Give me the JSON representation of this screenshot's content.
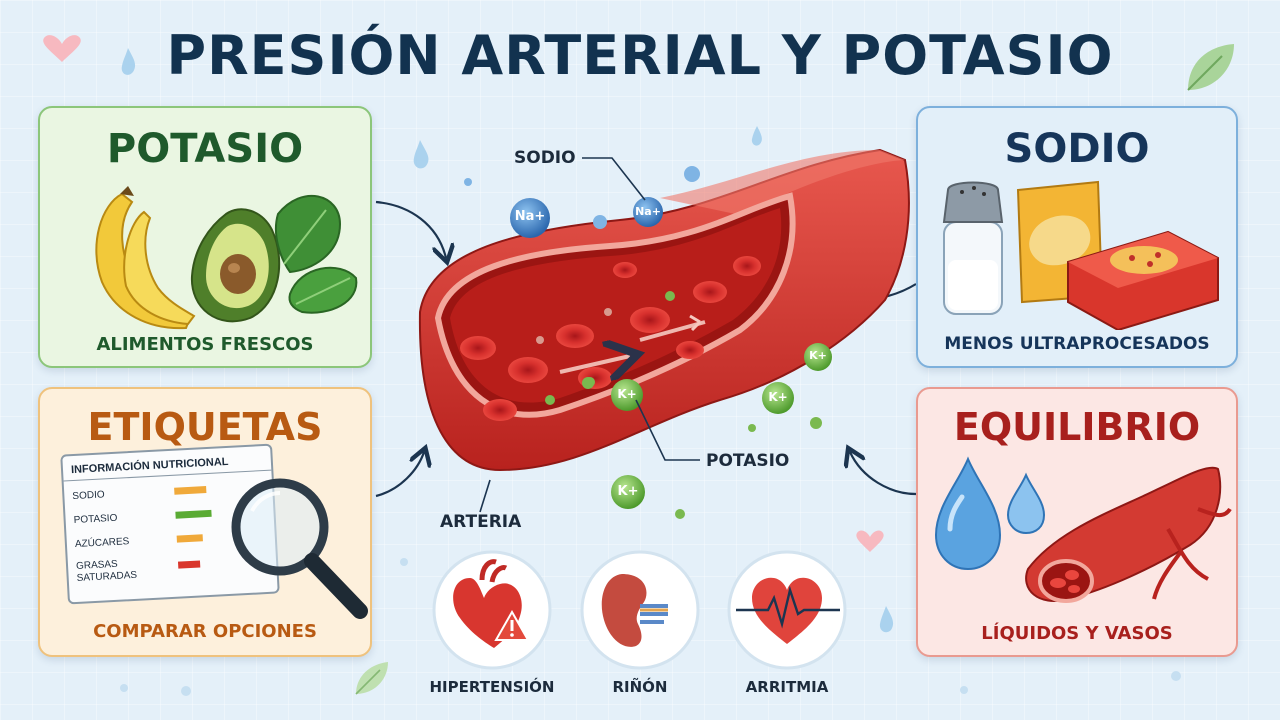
{
  "title": "PRESIÓN ARTERIAL Y POTASIO",
  "panels": {
    "potasio": {
      "title": "POTASIO",
      "caption": "ALIMENTOS FRESCOS"
    },
    "sodio": {
      "title": "SODIO",
      "caption": "MENOS ULTRAPROCESADOS"
    },
    "etiquetas": {
      "title": "ETIQUETAS",
      "caption": "COMPARAR OPCIONES",
      "label_card": {
        "heading": "INFORMACIÓN NUTRICIONAL",
        "rows": [
          "SODIO",
          "POTASIO",
          "AZÚCARES",
          "GRASAS",
          "SATURADAS"
        ]
      }
    },
    "equilibrio": {
      "title": "EQUILIBRIO",
      "caption": "LÍQUIDOS Y VASOS"
    }
  },
  "center": {
    "sodio_label": "SODIO",
    "potasio_label": "POTASIO",
    "arteria_label": "ARTERIA",
    "na_ion": "Na+",
    "k_ion": "K+"
  },
  "bottom_icons": [
    {
      "label": "HIPERTENSIÓN",
      "icon": "heart-warning-icon"
    },
    {
      "label": "RIÑÓN",
      "icon": "kidney-icon"
    },
    {
      "label": "ARRITMIA",
      "icon": "heart-ecg-icon"
    }
  ],
  "colors": {
    "title": "#12324f",
    "potasio": "#1f5a2c",
    "sodio": "#16355a",
    "etiquetas": "#b85a12",
    "equilibrio": "#a8201d",
    "artery": "#d33a32",
    "ion_na": "#2f6fb6",
    "ion_k": "#5aab34"
  }
}
